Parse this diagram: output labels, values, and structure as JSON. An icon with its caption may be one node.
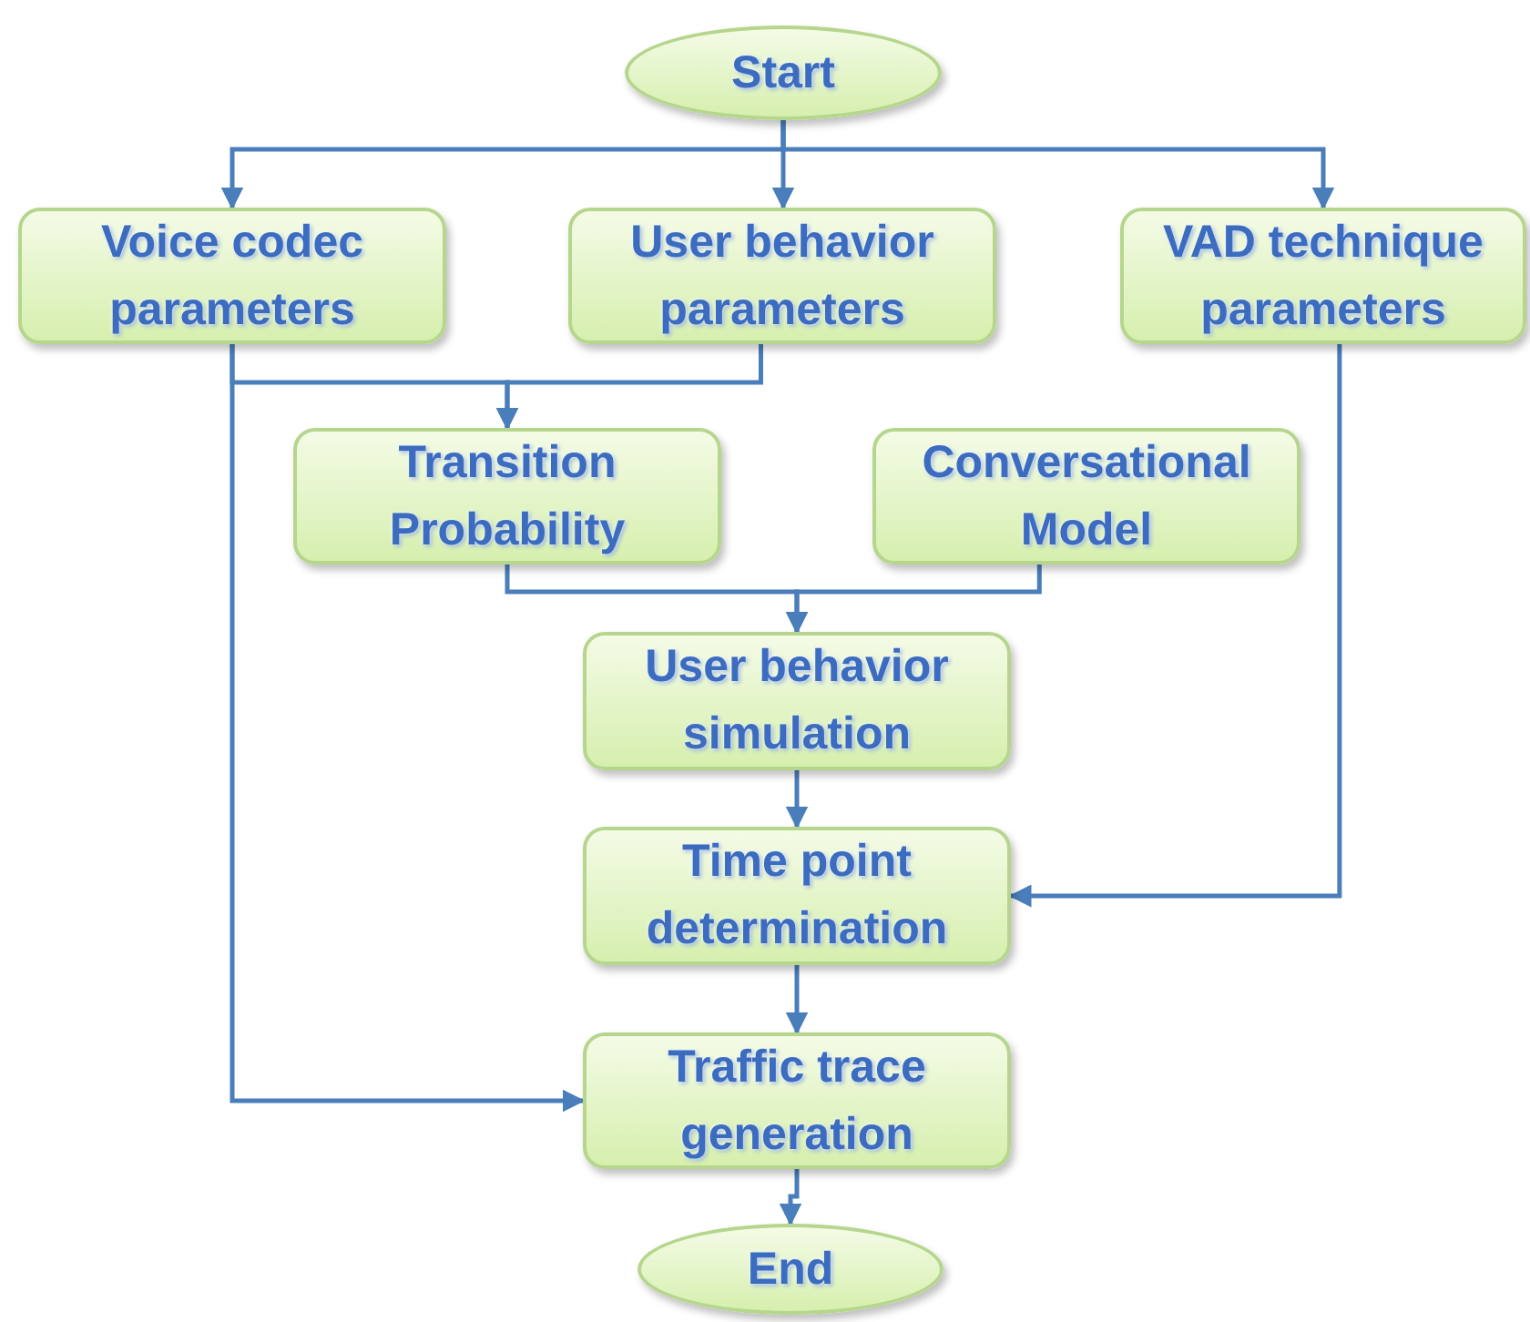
{
  "diagram": {
    "nodes": [
      {
        "text": [
          "Start"
        ]
      },
      {
        "text": [
          "Voice codec parameters"
        ]
      },
      {
        "text": [
          "User behavior parameters"
        ]
      },
      {
        "text": [
          "VAD technique parameters"
        ]
      },
      {
        "text": [
          "Transition Probability"
        ]
      },
      {
        "text": [
          "Conversational Model"
        ]
      },
      {
        "text": [
          "User behavior simulation"
        ]
      },
      {
        "text": [
          "Time point determination"
        ]
      },
      {
        "text": [
          "Traffic trace generation"
        ]
      },
      {
        "text": [
          "End"
        ]
      }
    ],
    "edges": [
      {
        "from": 0,
        "to": 1,
        "arrow": "to"
      },
      {
        "from": 0,
        "to": 2,
        "arrow": "to"
      },
      {
        "from": 0,
        "to": 3,
        "arrow": "to"
      },
      {
        "from": 1,
        "to": 4,
        "arrow": "to"
      },
      {
        "from": 2,
        "to": 4,
        "arrow": "to"
      },
      {
        "from": 1,
        "to": 8,
        "arrow": "to"
      },
      {
        "from": 4,
        "to": 6,
        "arrow": "to"
      },
      {
        "from": 5,
        "to": 6,
        "arrow": "to"
      },
      {
        "from": 6,
        "to": 7,
        "arrow": "to"
      },
      {
        "from": 3,
        "to": 7,
        "arrow": "to"
      },
      {
        "from": 7,
        "to": 8,
        "arrow": "to"
      },
      {
        "from": 8,
        "to": 9,
        "arrow": "to"
      }
    ]
  }
}
